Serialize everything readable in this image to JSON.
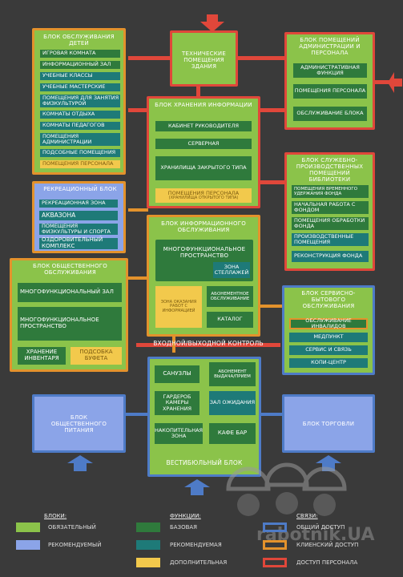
{
  "colors": {
    "background": "#3a3a3a",
    "mandatory": "#8bc34a",
    "recommended": "#8ba4e8",
    "base": "#2f7a3c",
    "recommended_fn": "#1e7a78",
    "additional": "#f2c94c",
    "general_access": "#4e7bc7",
    "client_access": "#e3922c",
    "staff_access": "#e0473a"
  },
  "blocks": {
    "children": {
      "title": "Блок обслуживания детей",
      "items": [
        "Игровая комната",
        "Информационный зал",
        "Учебные классы",
        "Учебные мастерские",
        "Помещения для занятия физкультурой",
        "Комнаты отдыха",
        "Комнаты педагогов",
        "Помещения администрации",
        "Подсобные помещения",
        "Помещения персонала"
      ]
    },
    "technical": {
      "title": "Технические помещения здания"
    },
    "admin": {
      "title": "Блок помещений администрации и персонала",
      "items": [
        "Административная функция",
        "Помещения персонала",
        "Обслуживание блока"
      ]
    },
    "storage": {
      "title": "Блок хранения информации",
      "items": [
        "Кабинет руководителя",
        "Серверная",
        "Хранилища закрытого типа",
        "Помещения персонала",
        "(хранилища открытого типа)"
      ]
    },
    "service_prod": {
      "title": "Блок служебно-производственных помещений библиотеки",
      "items": [
        "Помещения временного удержания фонда",
        "Начальная работа с фондом",
        "Помещения обработки фонда",
        "Производственные помещения",
        "Реконструкция фонда"
      ]
    },
    "recreation": {
      "title": "Рекреационный блок",
      "items": [
        "Рекреационная зона",
        "Аквазона",
        "Помещения физкультуры и спорта",
        "Оздоровительный комплекс"
      ]
    },
    "info_service": {
      "title": "Блок информационного обслуживания",
      "items": [
        "Многофункциональное пространство",
        "Зона стеллажей",
        "Зона оказания работ с информацией",
        "Абонементное обслуживание",
        "Каталог"
      ]
    },
    "public": {
      "title": "Блок общественного обслуживания",
      "items": [
        "Многофункциональный зал",
        "Многофункциональное пространство",
        "Хранение инвентаря",
        "Подсобка буфета"
      ]
    },
    "household": {
      "title": "Блок сервисно-бытового обслуживания",
      "items": [
        "Обслуживание инвалидов",
        "Медпункт",
        "Сервис и связь",
        "Копи-центр"
      ]
    },
    "checkpoint": {
      "title": "Входной/выходной контроль"
    },
    "vestibule": {
      "title": "Вестибюльный блок",
      "items": [
        "Санузлы",
        "Абонемент выдача/прием",
        "Гардероб камеры хранения",
        "Зал ожидания",
        "Накопительная зона",
        "Кафе бар"
      ]
    },
    "catering": {
      "title": "Блок общественного питания"
    },
    "trade": {
      "title": "Блок торговли"
    }
  },
  "legend": {
    "blocks_header": "Блоки:",
    "mandatory": "Обязательный",
    "recommended": "Рекомендуемый",
    "functions_header": "Функции:",
    "base": "Базовая",
    "recommended_fn": "Рекомендуемая",
    "additional": "Дополнительная",
    "links_header": "Связи:",
    "general": "Общий доступ",
    "client": "Клиенский доступ",
    "staff": "Доступ персонала"
  },
  "watermark": "rabotnik.UA"
}
